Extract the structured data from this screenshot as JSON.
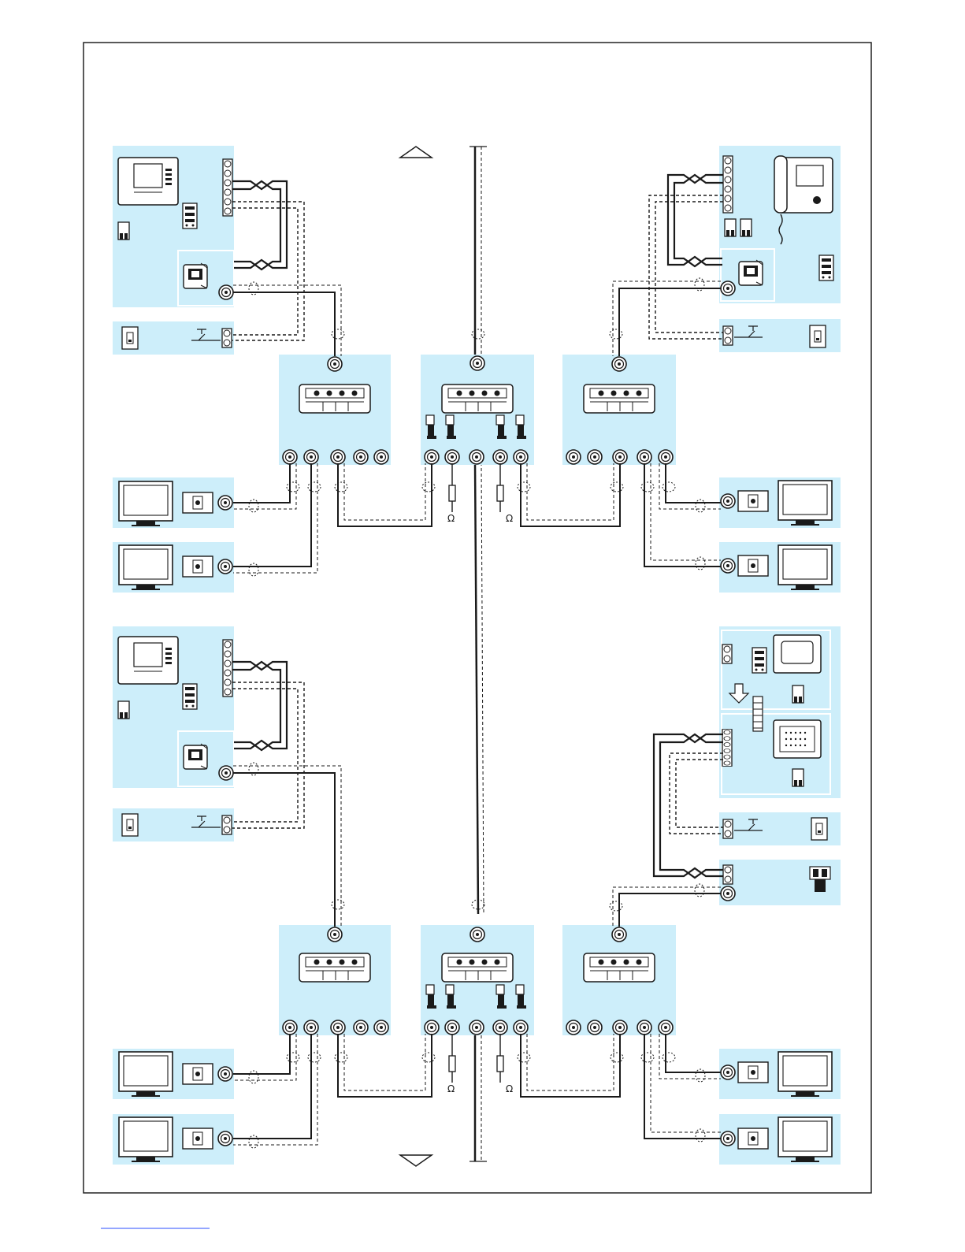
{
  "diagram": {
    "symbols": {
      "ohm": "Ω"
    },
    "colors": {
      "panel": "#cdeefa",
      "line": "#1a1a1a",
      "border": "#222222",
      "page": "#ffffff",
      "accent_link": "#2a4cff"
    },
    "resistor_labels": [
      "Ω",
      "Ω",
      "Ω",
      "Ω"
    ],
    "icons": [
      "arrow-up-icon",
      "arrow-down-icon",
      "video-monitor-icon",
      "video-handset-icon",
      "hands-free-panel-icon",
      "keypad-module-icon",
      "tv-icon",
      "coax-outlet-icon",
      "coax-connector-icon",
      "switch-icon",
      "distributor-icon",
      "terminal-block-icon",
      "power-supply-icon",
      "resistor-icon",
      "antenna-plug-icon"
    ]
  }
}
